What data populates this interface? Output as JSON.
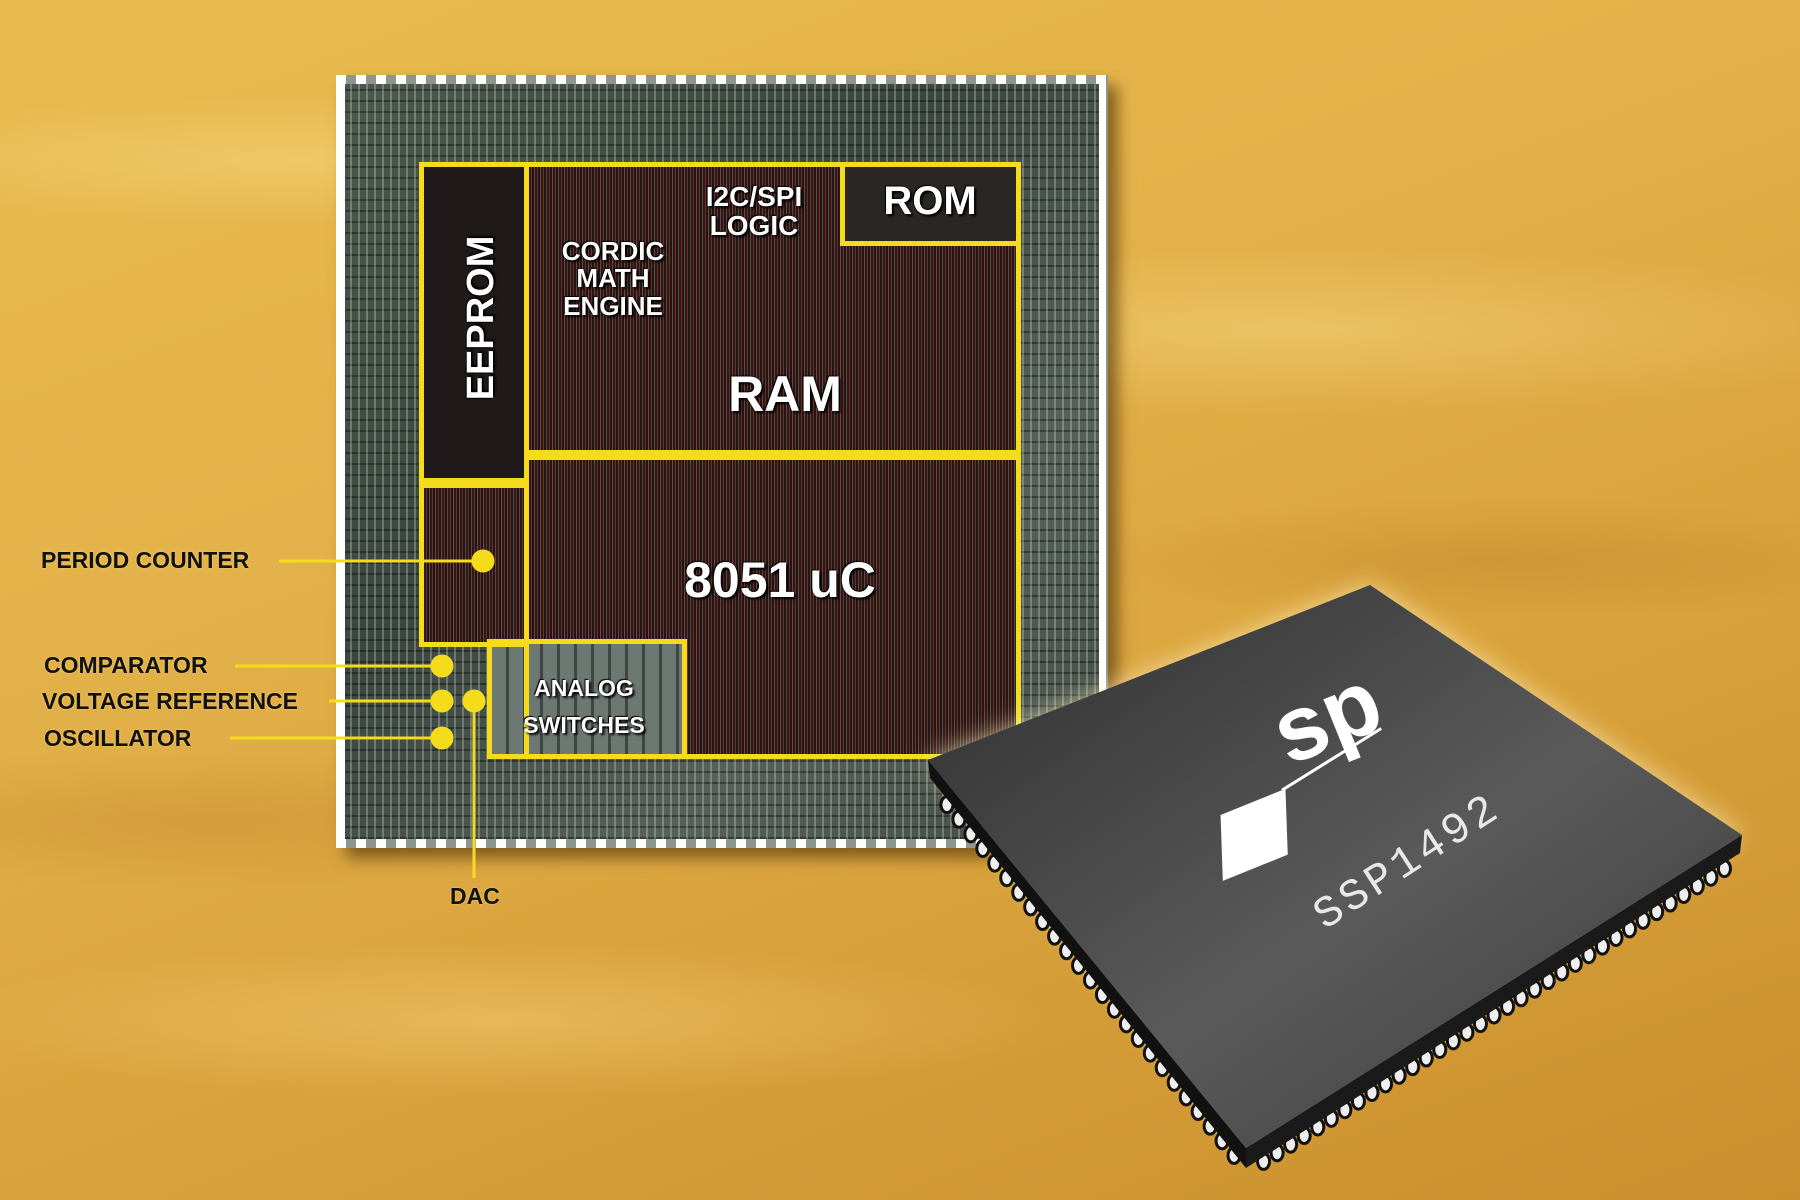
{
  "die": {
    "blocks": {
      "eeprom": "EEPROM",
      "cordic": "CORDIC\nMATH\nENGINE",
      "i2c_spi": "I2C/SPI\nLOGIC",
      "rom": "ROM",
      "ram": "RAM",
      "uc": "8051 uC",
      "analog_switches": "ANALOG\nSWITCHES"
    }
  },
  "callouts": {
    "period_counter": "PERIOD COUNTER",
    "comparator": "COMPARATOR",
    "voltage_reference": "VOLTAGE REFERENCE",
    "oscillator": "OSCILLATOR",
    "dac": "DAC"
  },
  "package": {
    "logo": "sp",
    "part_number": "SSP1492"
  },
  "colors": {
    "outline": "#f4dc1d",
    "background": "#e3b24a",
    "package": "#4a4a4a"
  }
}
